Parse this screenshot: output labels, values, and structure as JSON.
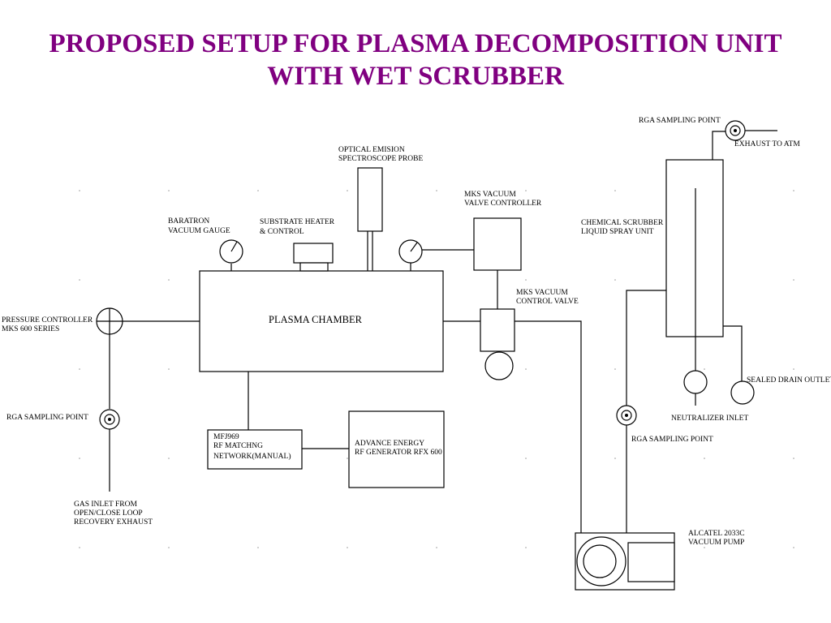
{
  "title": {
    "line1": "PROPOSED SETUP FOR PLASMA DECOMPOSITION UNIT",
    "line2": "WITH WET SCRUBBER",
    "color": "#800080"
  },
  "labels": {
    "optical_probe": [
      "OPTICAL EMISION",
      "SPECTROSCOPE PROBE"
    ],
    "baratron": [
      "BARATRON",
      "VACUUM GAUGE"
    ],
    "substrate_heater": [
      "SUBSTRATE HEATER",
      "& CONTROL"
    ],
    "mks_valve_controller": [
      "MKS VACUUM",
      "VALVE CONTROLLER"
    ],
    "mks_control_valve": [
      "MKS VACUUM",
      "CONTROL VALVE"
    ],
    "plasma_chamber": "PLASMA CHAMBER",
    "pressure_controller": [
      "PRESSURE CONTROLLER",
      "MKS 600 SERIES"
    ],
    "rga_left": "RGA SAMPLING POINT",
    "gas_inlet": [
      "GAS INLET FROM",
      "OPEN/CLOSE LOOP",
      "RECOVERY EXHAUST"
    ],
    "mfj969": [
      "MFJ969",
      "RF MATCHNG",
      "NETWORK(MANUAL)"
    ],
    "rf_generator": [
      "ADVANCE ENERGY",
      "RF GENERATOR RFX 600"
    ],
    "rga_top": "RGA SAMPLING POINT",
    "exhaust": "EXHAUST TO ATM",
    "chemical_scrubber": [
      "CHEMICAL SCRUBBER",
      "LIQUID SPRAY UNIT"
    ],
    "sealed_drain": "SEALED DRAIN OUTLET",
    "neutralizer": "NEUTRALIZER INLET",
    "rga_bottom": "RGA SAMPLING POINT",
    "vacuum_pump": [
      "ALCATEL 2033C",
      "VACUUM PUMP"
    ]
  }
}
